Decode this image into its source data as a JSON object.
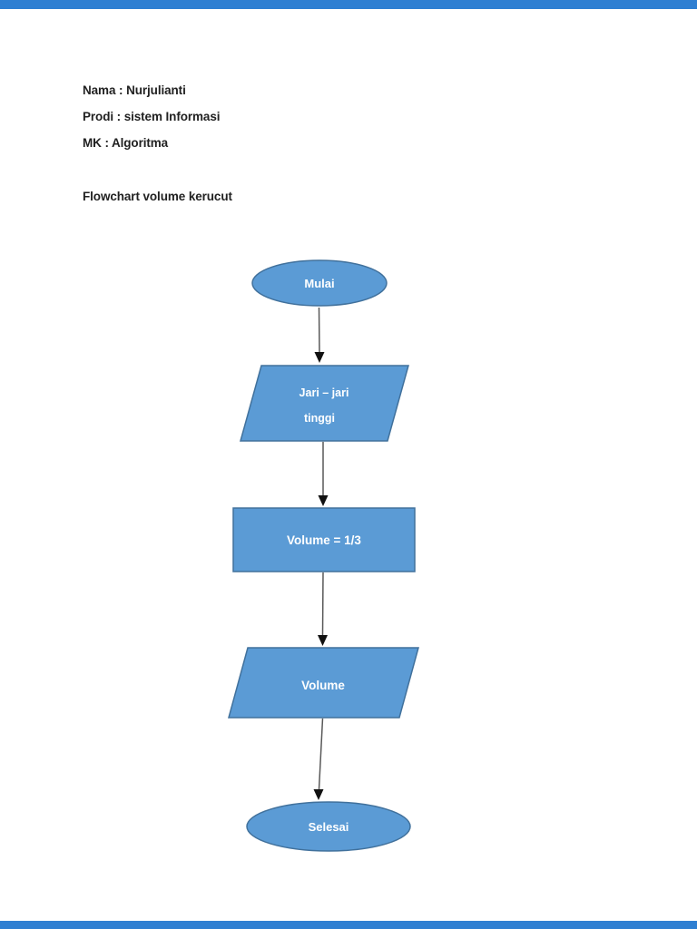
{
  "page": {
    "background_color": "#ffffff",
    "edge_strip_color": "#2e7fd2"
  },
  "header": {
    "lines": [
      "Nama : Nurjulianti",
      "Prodi : sistem Informasi",
      "MK : Algoritma"
    ],
    "subtitle": "Flowchart volume kerucut"
  },
  "flowchart": {
    "shape_fill_color": "#5b9bd5",
    "shape_border_color": "#41719c",
    "label_color": "#ffffff",
    "connector_color": "#595959",
    "arrowhead_color": "#111111",
    "nodes": [
      {
        "id": "start",
        "type": "ellipse",
        "label": "Mulai"
      },
      {
        "id": "input",
        "type": "parallelogram",
        "lines": [
          "Jari – jari",
          "tinggi"
        ]
      },
      {
        "id": "process",
        "type": "rectangle",
        "label": "Volume = 1/3"
      },
      {
        "id": "output",
        "type": "parallelogram",
        "label": "Volume"
      },
      {
        "id": "end",
        "type": "ellipse",
        "label": "Selesai"
      }
    ],
    "edges": [
      {
        "from": "start",
        "to": "input"
      },
      {
        "from": "input",
        "to": "process"
      },
      {
        "from": "process",
        "to": "output"
      },
      {
        "from": "output",
        "to": "end"
      }
    ]
  }
}
